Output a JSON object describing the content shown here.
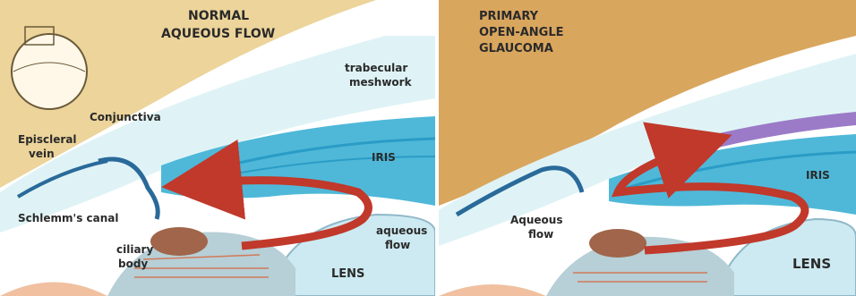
{
  "left_panel": {
    "title_line1": "NORMAL",
    "title_line2": "AQUEOUS FLOW",
    "labels": {
      "trabecular_line1": "trabecular",
      "trabecular_line2": "meshwork",
      "conjunctiva": "Conjunctiva",
      "episcleral_line1": "Episcleral",
      "episcleral_line2": "vein",
      "iris": "IRIS",
      "schlemm": "Schlemm's canal",
      "aqueous_line1": "aqueous",
      "aqueous_line2": "flow",
      "ciliary_line1": "ciliary",
      "ciliary_line2": "body",
      "lens": "LENS"
    }
  },
  "right_panel": {
    "title_line1": "PRIMARY",
    "title_line2": "OPEN-ANGLE",
    "title_line3": "GLAUCOMA",
    "labels": {
      "iris": "IRIS",
      "aqueous_line1": "Aqueous",
      "aqueous_line2": "flow",
      "lens": "LENS"
    }
  },
  "colors": {
    "cornea_tan": "#e9c98a",
    "cornea_tan_dark": "#d9a65e",
    "aqueous_pale": "#dff3f6",
    "iris_blue": "#4fb8d8",
    "iris_deep": "#2a9cc6",
    "flow_red": "#c0392b",
    "ciliary_brown": "#a0654a",
    "skin_peach": "#f0c0a0",
    "meshwork_purple": "#9b7bc8"
  }
}
